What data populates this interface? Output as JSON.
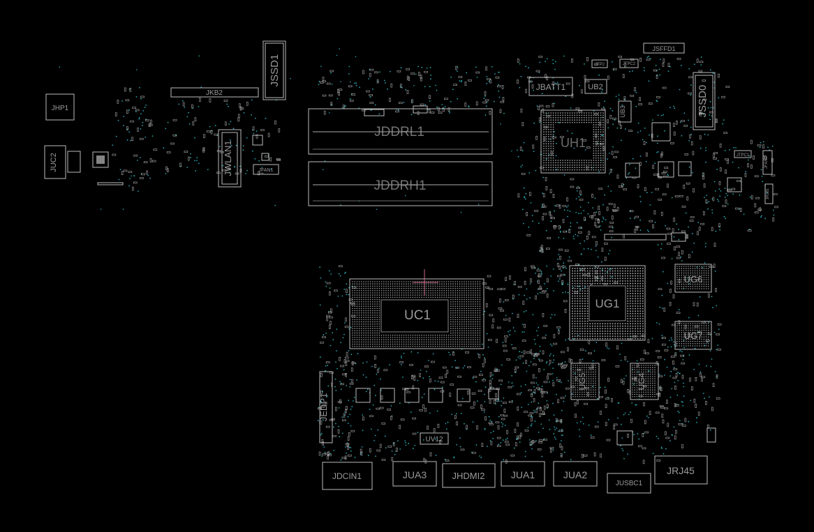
{
  "board": {
    "background": "#000000",
    "outline_color": "#bdbdbd",
    "label_color": "#9a9a9a",
    "via_color": "#2aa6b0",
    "marker_color": "#d06a8a"
  },
  "components": {
    "jhp1": "JHP1",
    "juc2": "JUC2",
    "jkb2": "JKB2",
    "jssd1": "JSSD1",
    "jwlan1": "JWLAN1",
    "jfan1": "JFAN1",
    "jddrl1": "JDDRL1",
    "jddrh1": "JDDRH1",
    "jbatt1": "JBATT1",
    "ub2": "UB2",
    "ub3": "UB3",
    "jtp2": "JTP2",
    "jtpc2": "JTPC2",
    "jsffd1": "JSFFD1",
    "jssd0": "JSSD0",
    "uh1": "UH1",
    "jtpc1": "JTPC1",
    "jfan2": "JFAN2",
    "jrgb1": "JRGB1",
    "uc1": "UC1",
    "ug1": "UG1",
    "ug6": "UG6",
    "ug7": "UG7",
    "ug5": "UG5",
    "ug4": "UG4",
    "jedp1": "JEDP1",
    "uv12": "UV12",
    "jdcin1": "JDCIN1",
    "jua3": "JUA3",
    "jhdmi2": "JHDMI2",
    "jua1": "JUA1",
    "jua2": "JUA2",
    "jusbc1": "JUSBC1",
    "jrj45": "JRJ45"
  }
}
